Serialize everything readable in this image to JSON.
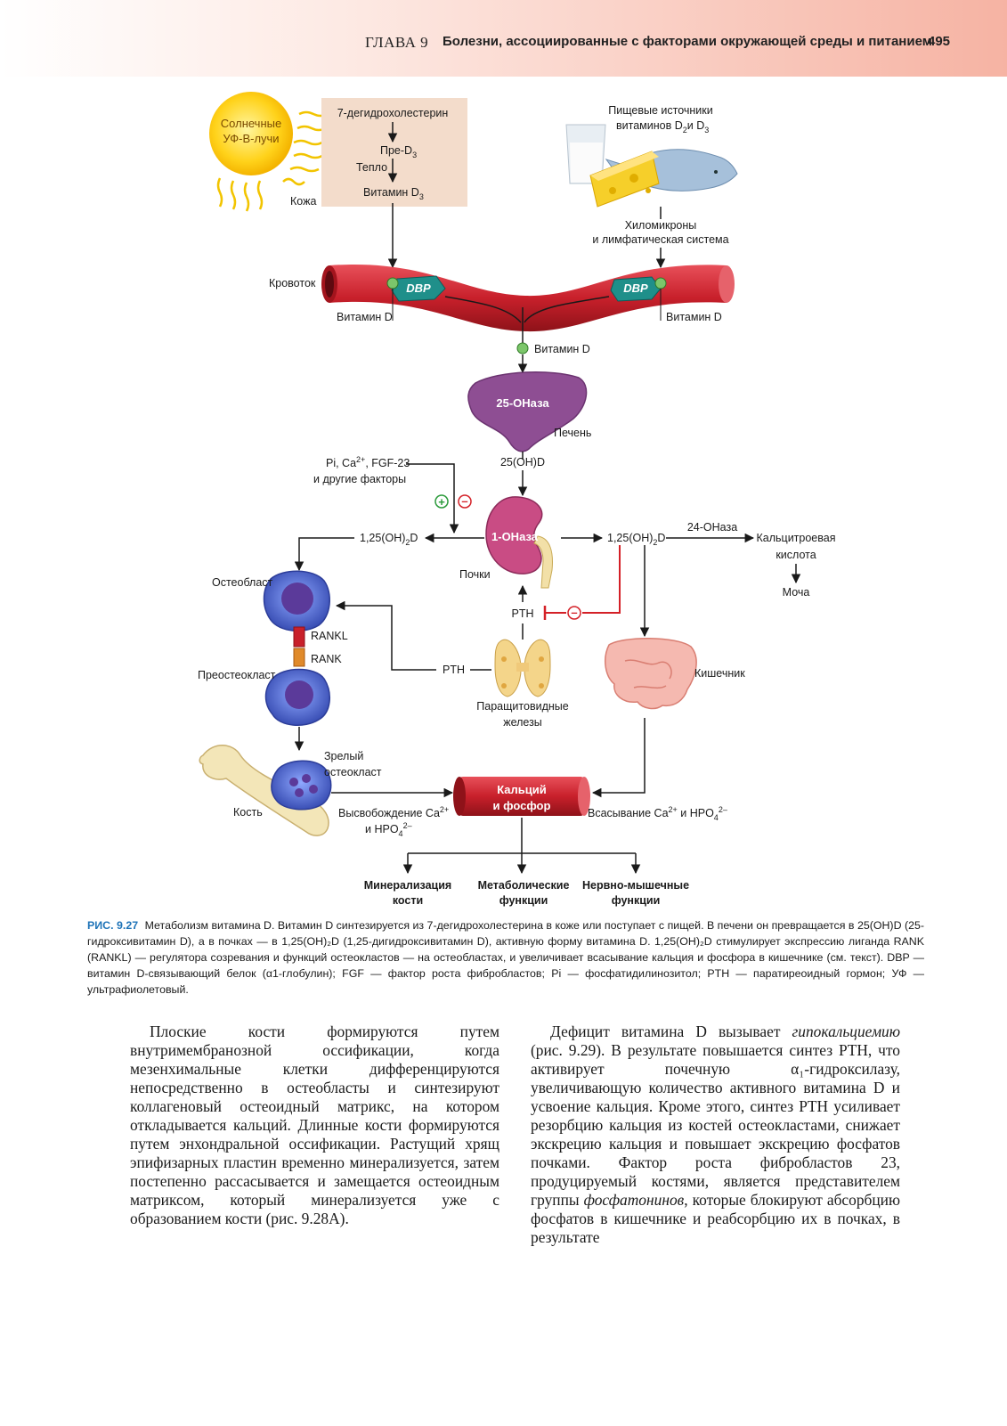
{
  "header": {
    "chapter": "ГЛАВА 9",
    "title": "Болезни, ассоциированные с факторами окружающей среды и питанием",
    "page_number": "495"
  },
  "figure": {
    "sun_label_1": "Солнечные",
    "sun_label_2": "УФ-В-лучи",
    "skin_box": {
      "precursor": "7-дегидрохолестерин",
      "pre_d3": "Пре-D",
      "heat": "Тепло",
      "vitamin_d3": "Витамин D",
      "subscript_3": "3"
    },
    "skin_label": "Кожа",
    "food_sources_1": "Пищевые источники",
    "food_sources_2": "витаминов D",
    "food_sources_and": "и D",
    "chylomicrons_1": "Хиломикроны",
    "chylomicrons_2": "и лимфатическая система",
    "bloodstream": "Кровоток",
    "dbp": "DBP",
    "vitamin_d_left": "Витамин D",
    "vitamin_d_right": "Витамин D",
    "vitamin_d_center": "Витамин D",
    "liver_enzyme": "25-OНаза",
    "liver": "Печень",
    "metabolite_25": "25(OH)D",
    "factors_1": "Pi, Ca",
    "factors_1_sup": "2+",
    "factors_1_end": ", FGF-23",
    "factors_2": "и другие факторы",
    "kidney_enzyme": "1-OНаза",
    "kidneys": "Почки",
    "calcitriol_left": "1,25(OH)",
    "calcitriol_right": "1,25(OH)",
    "sub_2": "2",
    "d_letter": "D",
    "hydroxylase_24": "24-OНаза",
    "calcitroic_1": "Кальцитроевая",
    "calcitroic_2": "кислота",
    "urine": "Моча",
    "pth_upper": "PTH",
    "pth_left": "PTH",
    "osteoblast": "Остеобласт",
    "rankl": "RANKL",
    "rank": "RANK",
    "preosteoclast": "Преостеокласт",
    "parathyroid_1": "Паращитовидные",
    "parathyroid_2": "железы",
    "intestine": "Кишечник",
    "mature_osteoclast_1": "Зрелый",
    "mature_osteoclast_2": "остеокласт",
    "bone": "Кость",
    "release_1": "Высвобождение Ca",
    "release_2": "и HPO",
    "sup_2plus": "2+",
    "sub_4": "4",
    "sup_2minus": "2–",
    "calcium_1": "Кальций",
    "calcium_2": "и фосфор",
    "absorption": "Всасывание Ca",
    "absorption_and": " и HPO",
    "out_1a": "Минерализация",
    "out_1b": "кости",
    "out_2a": "Метаболические",
    "out_2b": "функции",
    "out_3a": "Нервно-мышечные",
    "out_3b": "функции",
    "plus": "+",
    "minus": "–",
    "colors": {
      "vessel": "#c8202b",
      "skin_box": "#f3dccb",
      "liver": "#8e4e93",
      "kidney": "#c94c84",
      "dbp": "#1f8f8a",
      "cell": "#4a63c9",
      "inhibit": "#d42027",
      "caption_label": "#1f74b8"
    }
  },
  "caption": {
    "label": "РИС. 9.27",
    "text": "Метаболизм витамина D. Витамин D синтезируется из 7-дегидрохолестерина в коже или поступает с пищей. В печени он превращается в 25(OH)D (25-гидроксивитамин D), а в почках — в 1,25(OH)₂D (1,25-дигидроксивитамин D), активную форму витамина D. 1,25(OH)₂D стимулирует экспрессию лиганда RANK (RANKL) — регулятора созревания и функций остеокластов — на остеобластах, и увеличивает всасывание кальция и фосфора в кишечнике (см. текст). DBP — витамин D-связывающий белок (α1-глобулин); FGF — фактор роста фибробластов; Pi — фосфатидилинозитол; PTH — паратиреоидный гормон; УФ — ультрафиолетовый."
  },
  "body": {
    "left": "Плоские кости формируются путем внутримембранозной оссификации, когда мезенхимальные клетки дифференцируются непосредственно в остеобласты и синтезируют коллагеновый остеоидный матрикс, на котором откладывается кальций. Длинные кости формируются путем энхондральной оссификации. Растущий хрящ эпифизарных пластин временно минерализуется, затем постепенно рассасывается и замещается остеоидным матриксом, который минерализуется уже с образованием кости (рис. 9.28А).",
    "right_1": "Дефицит витамина D вызывает ",
    "right_em_1": "гипокальциемию",
    "right_2": " (рис. 9.29). В результате повышается синтез PTH, что активирует почечную α₁-гидроксилазу, увеличивающую количество активного витамина D и усвоение кальция. Кроме этого, синтез PTH усиливает резорбцию кальция из костей остеокластами, снижает экскрецию кальция и повышает экскрецию фосфатов почками. Фактор роста фибробластов 23, продуцируемый костями, является представителем группы ",
    "right_em_2": "фосфатонинов",
    "right_3": ", которые блокируют абсорбцию фосфатов в кишечнике и реабсорбцию их в почках, в результате"
  }
}
